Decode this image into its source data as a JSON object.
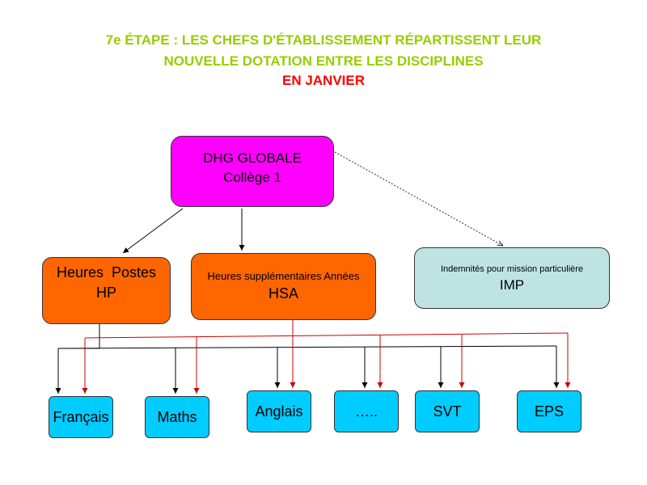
{
  "title": {
    "line1": "7e ÉTAPE : LES CHEFS D'ÉTABLISSEMENT RÉPARTISSENT LEUR",
    "line2": "NOUVELLE DOTATION ENTRE LES DISCIPLINES",
    "line3": "EN JANVIER"
  },
  "colors": {
    "title_green": "#99cc00",
    "title_red": "#ff0000",
    "dhg_box": "#ff00ff",
    "hours_boxes": "#ff6600",
    "imp_box": "#bfe3e3",
    "discipline_boxes": "#00ccff",
    "hp_arrows": "#000000",
    "hsa_arrows": "#cc0000"
  },
  "nodes": {
    "dhg": {
      "line1": "DHG GLOBALE",
      "line2": "Collège 1"
    },
    "hp": {
      "line1": "Heures  Postes",
      "line2": "HP"
    },
    "hsa": {
      "line1": "Heures supplémentaires Années",
      "line2": "HSA"
    },
    "imp": {
      "line1": "Indemnités pour mission particulière",
      "line2": "IMP"
    }
  },
  "disciplines": [
    "Français",
    "Maths",
    "Anglais",
    "…..",
    "SVT",
    "EPS"
  ]
}
